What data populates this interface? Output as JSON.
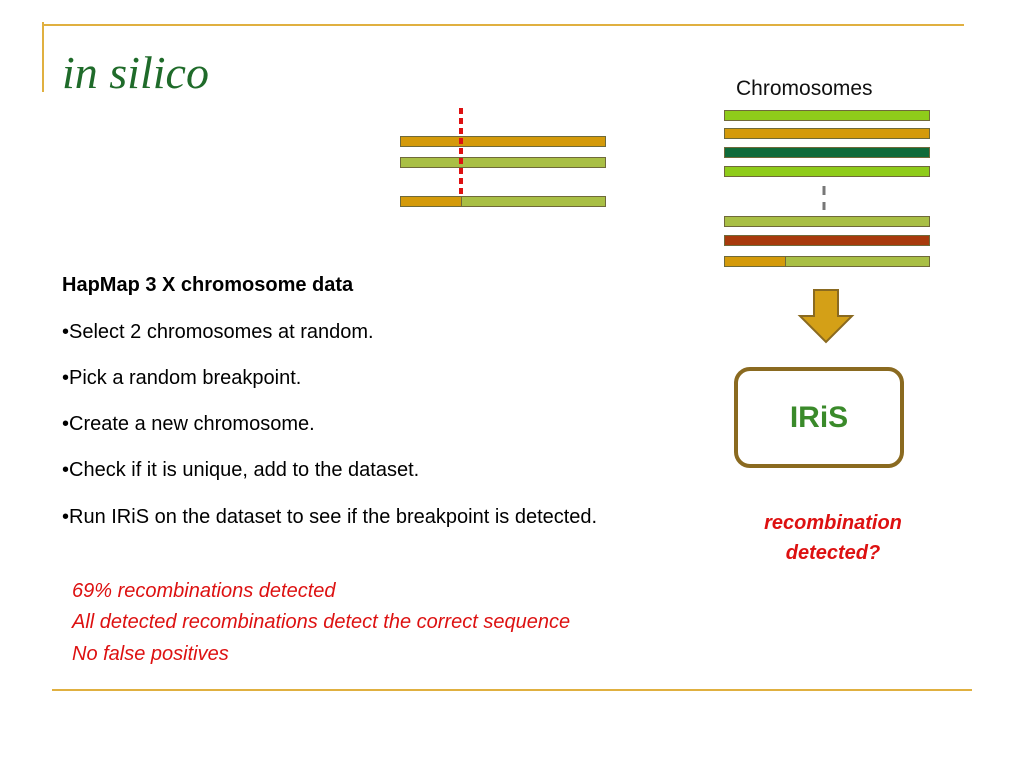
{
  "slide": {
    "title": "in silico",
    "chromosomes_label": "Chromosomes",
    "heading": "HapMap 3 X chromosome data",
    "bullets": [
      "•Select 2 chromosomes at random.",
      "•Pick a random breakpoint.",
      "•Create a new chromosome.",
      "•Check if it is unique, add to the dataset.",
      "•Run IRiS on the dataset to see if the breakpoint is detected."
    ],
    "results": [
      "69% recombinations detected",
      "All detected recombinations detect the correct sequence",
      "No false positives"
    ],
    "iris_label": "IRiS",
    "question": "recombination detected?"
  },
  "colors": {
    "accent_line": "#e0b040",
    "title_green": "#1f6b2a",
    "orange_chromosome": "#d49a0a",
    "olive_chromosome": "#a9bf45",
    "lime_chromosome": "#8fcc1a",
    "dark_green_chromosome": "#0f6b3a",
    "brown_chromosome": "#a83a0c",
    "breakpoint_red": "#dd1111",
    "arrow_gold": "#d4a017",
    "iris_border": "#8a6a20",
    "iris_text": "#3a8a2a"
  },
  "icons": {
    "down_arrow": "down-arrow-icon",
    "breakpoint": "breakpoint-line-icon"
  }
}
